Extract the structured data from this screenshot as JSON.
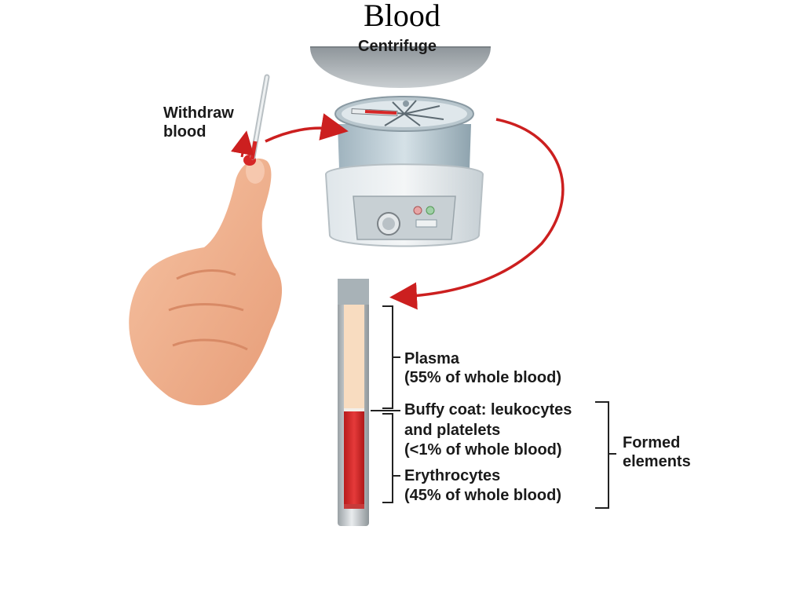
{
  "title": "Blood",
  "labels": {
    "centrifuge": "Centrifuge",
    "withdraw_line1": "Withdraw",
    "withdraw_line2": "blood",
    "plasma_line1": "Plasma",
    "plasma_line2": "(55% of whole blood)",
    "buffy_line1": "Buffy coat: leukocytes",
    "buffy_line2": "and platelets",
    "buffy_line3": "(<1% of whole blood)",
    "erythro_line1": "Erythrocytes",
    "erythro_line2": "(45% of whole blood)",
    "formed_line1": "Formed",
    "formed_line2": "elements"
  },
  "colors": {
    "arrow": "#cc1f1f",
    "plasma": "#f8dcc0",
    "erythrocytes": "#d82a2a",
    "skin": "#f3b48f"
  }
}
